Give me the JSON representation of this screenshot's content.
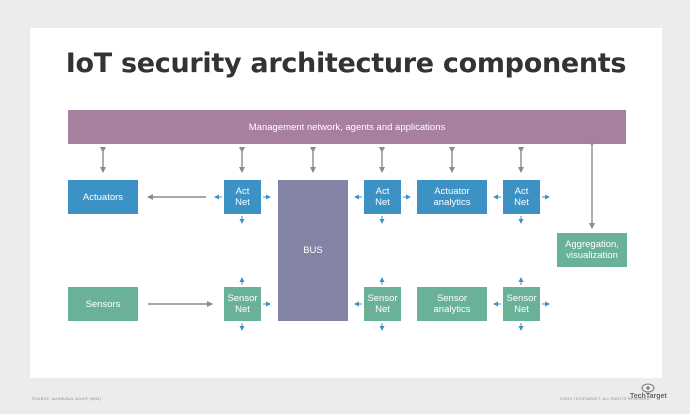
{
  "title": "IoT security architecture components",
  "nodes": {
    "management": "Management network, agents and applications",
    "actuators": "Actuators",
    "act_net_1": [
      "Act",
      "Net"
    ],
    "act_net_2": [
      "Act",
      "Net"
    ],
    "act_net_3": [
      "Act",
      "Net"
    ],
    "bus": "BUS",
    "actuator_analytics": [
      "Actuator",
      "analytics"
    ],
    "aggregation": [
      "Aggregation,",
      "visualization"
    ],
    "sensors": "Sensors",
    "sensor_net_1": [
      "Sensor",
      "Net"
    ],
    "sensor_net_2": [
      "Sensor",
      "Net"
    ],
    "sensor_net_3": [
      "Sensor",
      "Net"
    ],
    "sensor_analytics": [
      "Sensor",
      "analytics"
    ]
  },
  "footer": {
    "source": "SOURCE: MAHBUBUL MOHIT (MNZ)",
    "copyright": "©2020 TECHTARGET. ALL RIGHTS RESERVED",
    "brand": "TechTarget"
  },
  "colors": {
    "management": "#a77f9f",
    "actuator_side": "#3c92c5",
    "sensor_side": "#69b197",
    "bus": "#8383a5",
    "connector": "#8c8c8c"
  }
}
